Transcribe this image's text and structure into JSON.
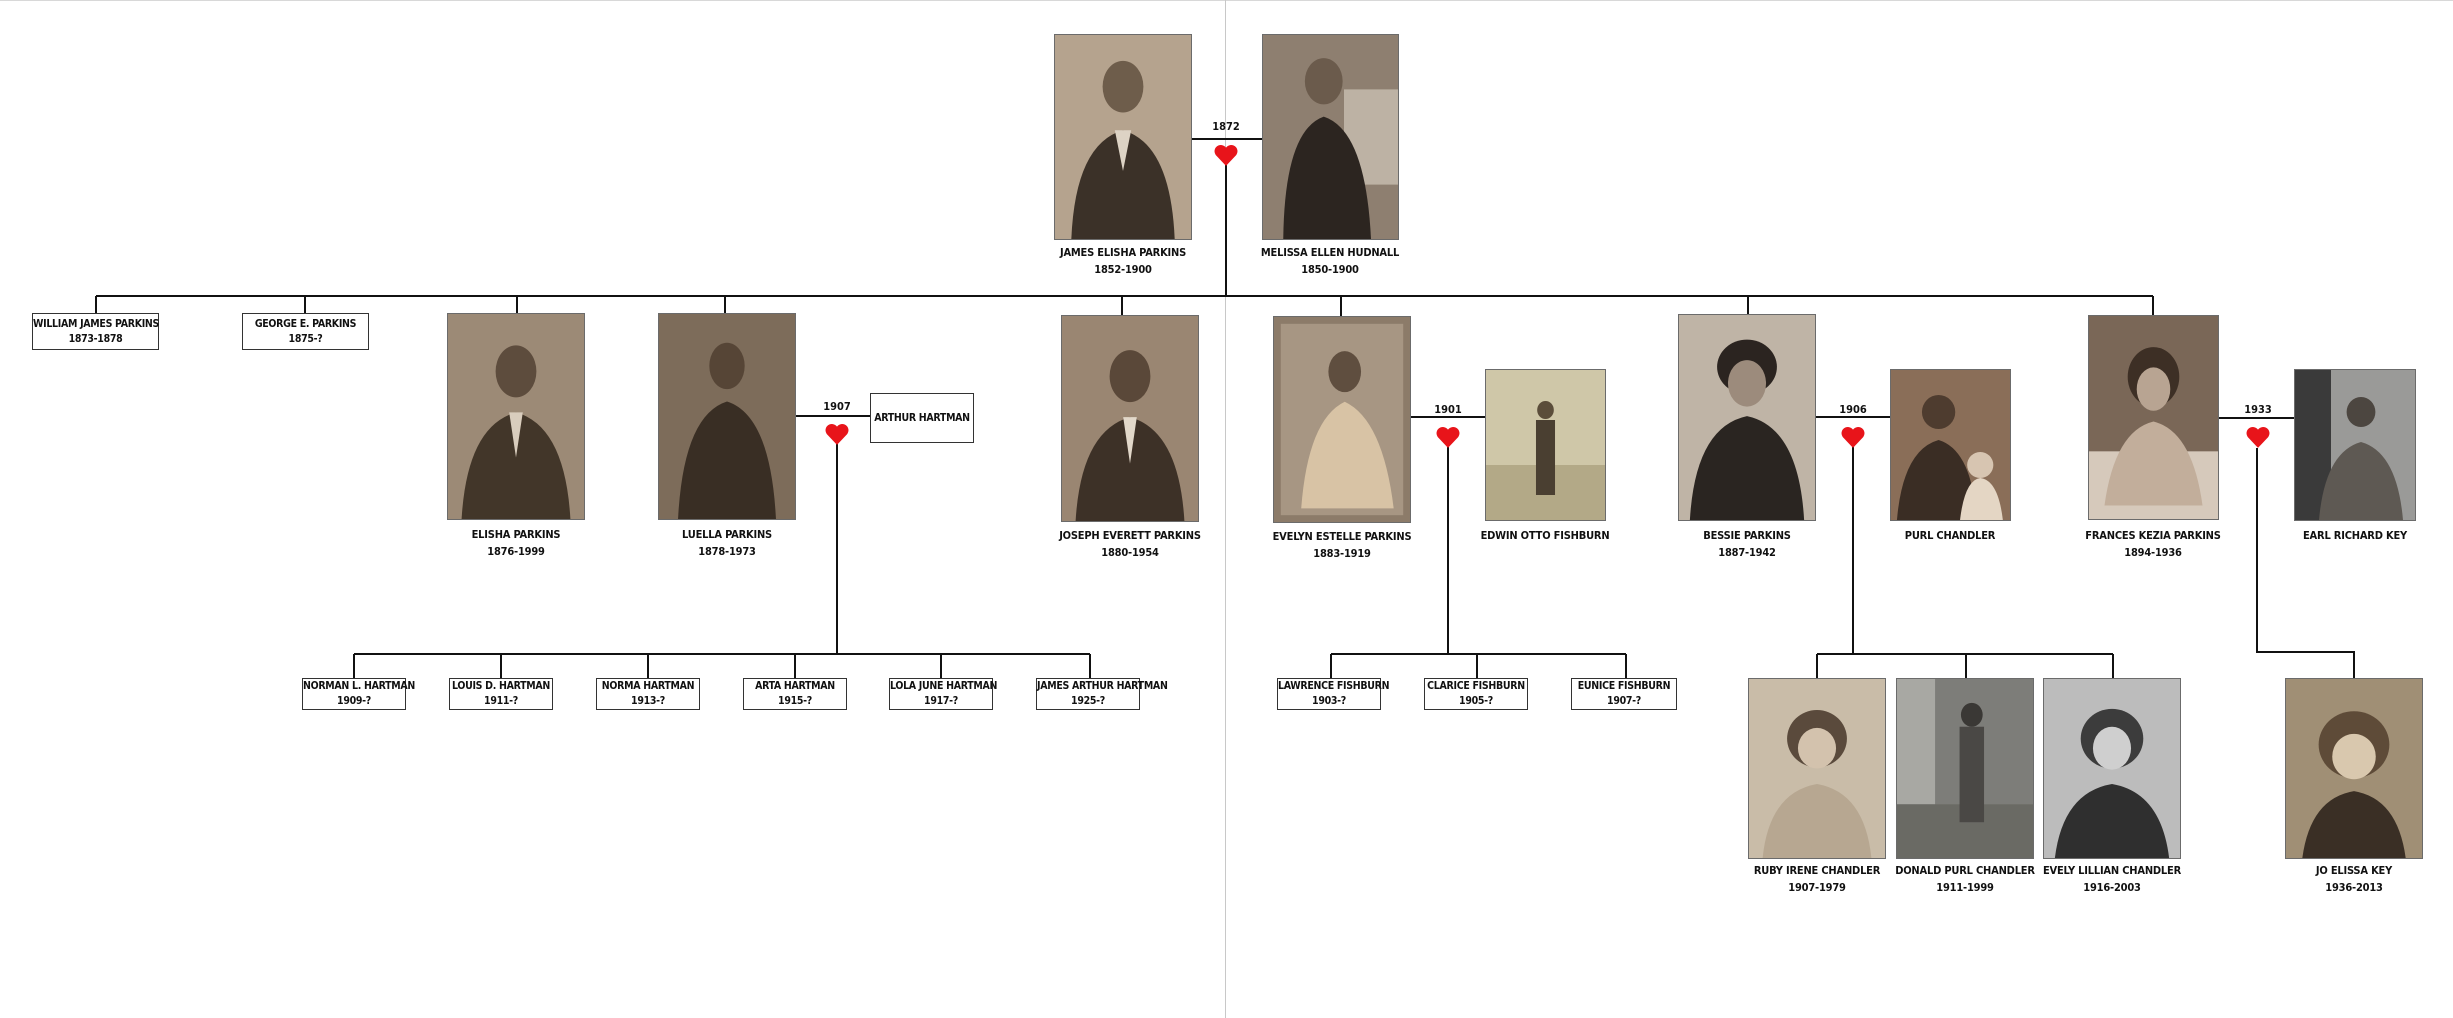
{
  "colors": {
    "heart": "#e8141a",
    "line": "#111111",
    "photo_tint": "#8a7a66"
  },
  "couples": [
    {
      "year": "1872"
    },
    {
      "year": "1907"
    },
    {
      "year": "1901"
    },
    {
      "year": "1906"
    },
    {
      "year": "1933"
    }
  ],
  "people": {
    "james": {
      "name": "JAMES ELISHA PARKINS",
      "dates": "1852-1900"
    },
    "melissa": {
      "name": "MELISSA ELLEN HUDNALL",
      "dates": "1850-1900"
    },
    "william": {
      "name": "WILLIAM JAMES PARKINS",
      "dates": "1873-1878"
    },
    "george": {
      "name": "GEORGE E. PARKINS",
      "dates": "1875-?"
    },
    "elisha": {
      "name": "ELISHA PARKINS",
      "dates": "1876-1999"
    },
    "luella": {
      "name": "LUELLA PARKINS",
      "dates": "1878-1973"
    },
    "arthur": {
      "name": "ARTHUR HARTMAN"
    },
    "joseph": {
      "name": "JOSEPH EVERETT PARKINS",
      "dates": "1880-1954"
    },
    "evelyn": {
      "name": "EVELYN ESTELLE PARKINS",
      "dates": "1883-1919"
    },
    "edwin": {
      "name": "EDWIN OTTO FISHBURN"
    },
    "bessie": {
      "name": "BESSIE PARKINS",
      "dates": "1887-1942"
    },
    "purl": {
      "name": "PURL CHANDLER"
    },
    "frances": {
      "name": "FRANCES KEZIA PARKINS",
      "dates": "1894-1936"
    },
    "earl": {
      "name": "EARL RICHARD KEY"
    },
    "norman": {
      "name": "NORMAN L. HARTMAN",
      "dates": "1909-?"
    },
    "louis": {
      "name": "LOUIS D. HARTMAN",
      "dates": "1911-?"
    },
    "norma": {
      "name": "NORMA HARTMAN",
      "dates": "1913-?"
    },
    "arta": {
      "name": "ARTA HARTMAN",
      "dates": "1915-?"
    },
    "lola": {
      "name": "LOLA JUNE HARTMAN",
      "dates": "1917-?"
    },
    "jamesarthur": {
      "name": "JAMES ARTHUR HARTMAN",
      "dates": "1925-?"
    },
    "lawrence": {
      "name": "LAWRENCE FISHBURN",
      "dates": "1903-?"
    },
    "clarice": {
      "name": "CLARICE FISHBURN",
      "dates": "1905-?"
    },
    "eunice": {
      "name": "EUNICE FISHBURN",
      "dates": "1907-?"
    },
    "ruby": {
      "name": "RUBY IRENE CHANDLER",
      "dates": "1907-1979"
    },
    "donald": {
      "name": "DONALD PURL CHANDLER",
      "dates": "1911-1999"
    },
    "evely": {
      "name": "EVELY  LILLIAN CHANDLER",
      "dates": "1916-2003"
    },
    "jo": {
      "name": "JO ELISSA KEY",
      "dates": "1936-2013"
    }
  }
}
